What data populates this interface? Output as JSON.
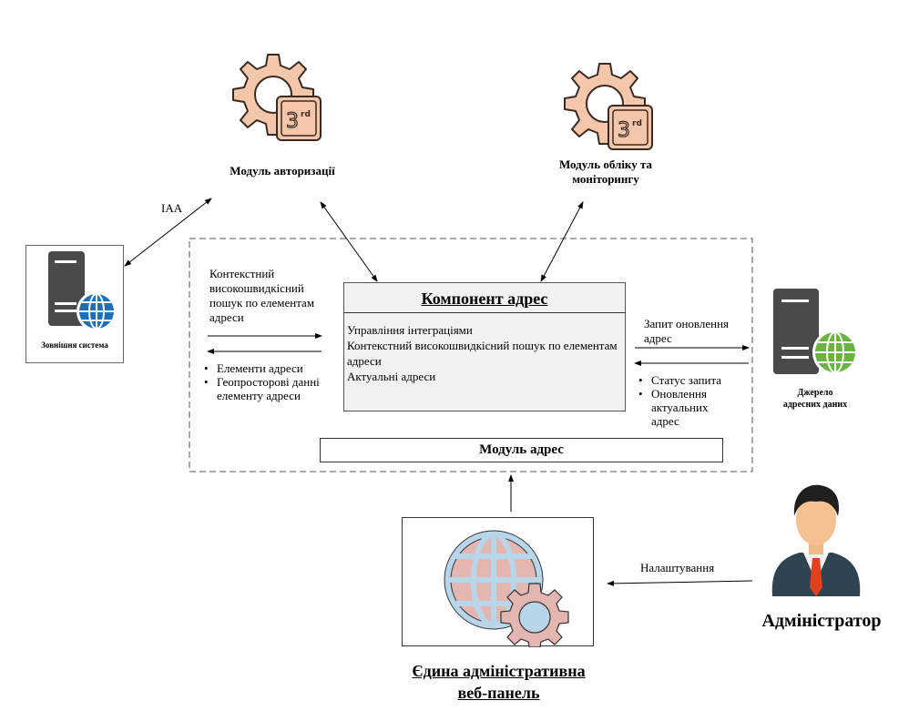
{
  "modules": {
    "auth": {
      "label": "Модуль авторизації",
      "badge": "3",
      "badge_sup": "rd"
    },
    "monitoring": {
      "label_line1": "Модуль обліку та",
      "label_line2": "моніторингу",
      "badge": "3",
      "badge_sup": "rd"
    }
  },
  "external_system": {
    "label": "Зовнішня система",
    "link_label": "IAA"
  },
  "data_source": {
    "label_line1": "Джерело",
    "label_line2": "адресних даних"
  },
  "left_flow": {
    "request_lines": [
      "Контекстний",
      "високошвидкісний",
      "пошук по елементам",
      "адреси"
    ],
    "response_items": [
      "Елементи адреси",
      "Геопросторові данні елементу адреси"
    ]
  },
  "right_flow": {
    "request_lines": [
      "Запит оновлення",
      "адрес"
    ],
    "response_items": [
      "Статус запита",
      "Оновлення актуальних адрес"
    ]
  },
  "component": {
    "title": "Компонент адрес",
    "items": [
      "Управління інтеграціями",
      "Контекстний високошвидкісний пошук по елементам адреси",
      "Актуальні адреси"
    ]
  },
  "address_module": {
    "label": "Модуль адрес"
  },
  "admin_panel": {
    "label_line1": "Єдина адміністративна",
    "label_line2": "веб-панель"
  },
  "admin": {
    "label": "Адміністратор",
    "flow_label": "Налаштування"
  },
  "colors": {
    "gear_fill": "#f4c7ab",
    "gear_stroke": "#3a2a22",
    "server_dark": "#4a4a4a",
    "globe_blue": "#1f6fb5",
    "globe_green": "#6ab344",
    "component_bg": "#f2f2f2",
    "panel_globe_fill": "#e3b6b1",
    "panel_globe_stroke": "#b9d5ea"
  }
}
